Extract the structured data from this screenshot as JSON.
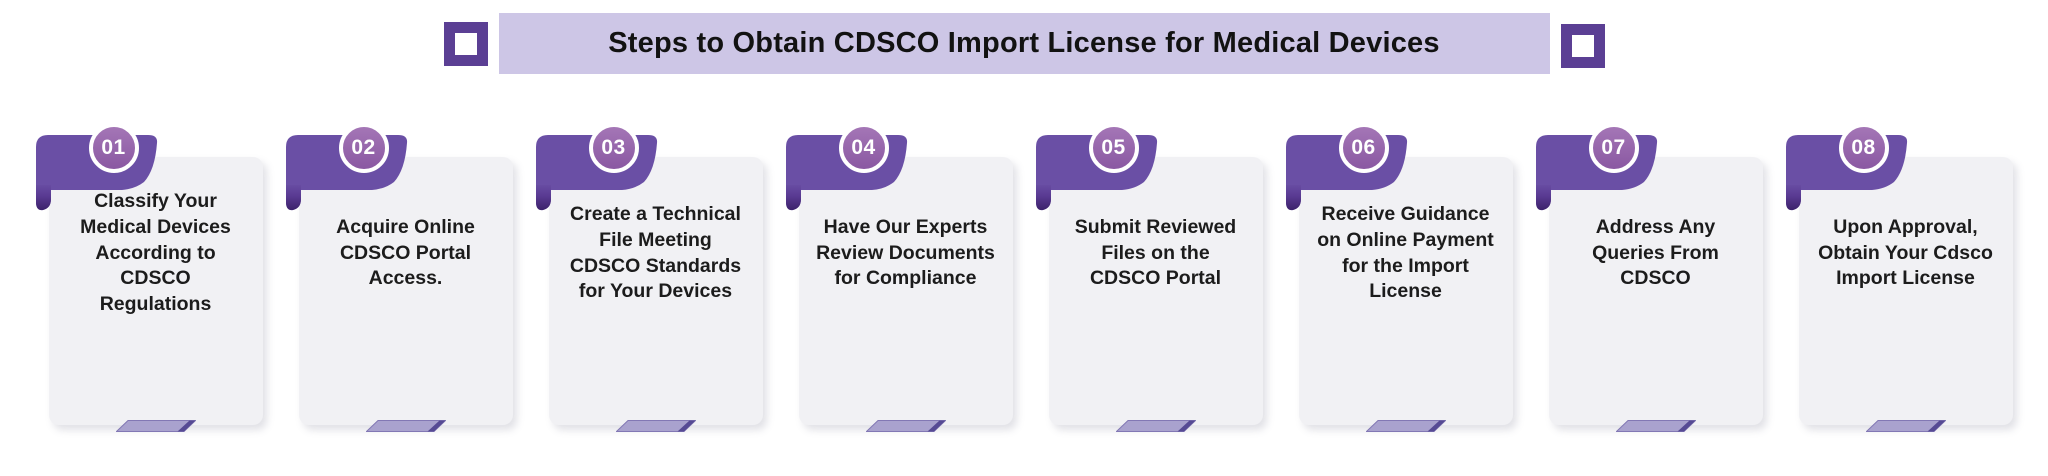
{
  "title": "Steps to Obtain CDSCO Import License for Medical Devices",
  "colors": {
    "ribbon_purple": "#6a4fa5",
    "ribbon_fold_dark": "#3a2068",
    "badge_fill": "#9c6fb0",
    "title_band_bg": "#cdc6e6",
    "square_outline": "#5b3f94",
    "card_bg": "#f1f1f4",
    "base_platform": "#a9a2ce"
  },
  "steps": [
    {
      "num": "01",
      "title": "Classify Your Medical Devices According to CDSCO Regulations"
    },
    {
      "num": "02",
      "title": "Acquire Online CDSCO Portal Access."
    },
    {
      "num": "03",
      "title": "Create a Technical File Meeting CDSCO Standards for Your Devices"
    },
    {
      "num": "04",
      "title": "Have Our Experts Review Documents for Compliance"
    },
    {
      "num": "05",
      "title": "Submit Reviewed Files on the CDSCO Portal"
    },
    {
      "num": "06",
      "title": "Receive Guidance on Online Payment for the Import License"
    },
    {
      "num": "07",
      "title": "Address Any Queries From CDSCO"
    },
    {
      "num": "08",
      "title": "Upon Approval, Obtain Your Cdsco Import License"
    }
  ]
}
